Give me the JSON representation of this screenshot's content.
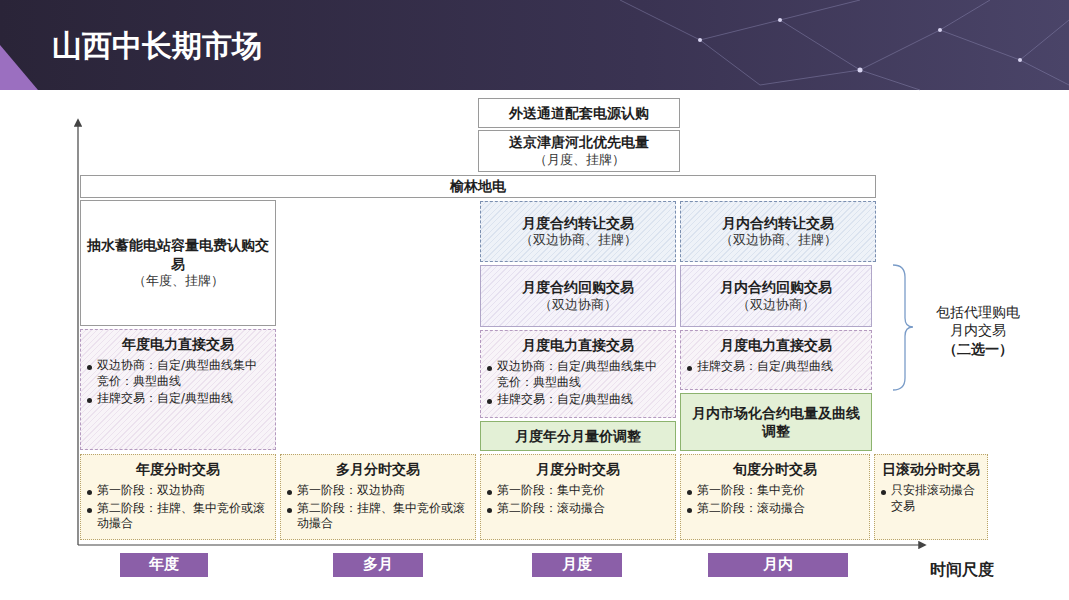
{
  "diagram": {
    "title": "山西中长期市场",
    "nodes": [
      {
        "text": [
          "外送通道配套电源认购"
        ]
      },
      {
        "text": [
          "送京津唐河北优先电量",
          "（月度、挂牌）"
        ]
      },
      {
        "text": [
          "榆林地电"
        ]
      },
      {
        "text": [
          "抽水蓄能电站容量电费认购交易",
          "（年度、挂牌）"
        ]
      },
      {
        "text": [
          "月度合约转让交易",
          "（双边协商、挂牌）"
        ]
      },
      {
        "text": [
          "月内合约转让交易",
          "（双边协商、挂牌）"
        ]
      },
      {
        "text": [
          "月度合约回购交易",
          "（双边协商）"
        ]
      },
      {
        "text": [
          "月内合约回购交易",
          "（双边协商）"
        ]
      },
      {
        "text": [
          "年度电力直接交易",
          "双边协商：自定/典型曲线集中竞价：典型曲线",
          "挂牌交易：自定/典型曲线"
        ]
      },
      {
        "text": [
          "月度电力直接交易",
          "双边协商：自定/典型曲线集中竞价：典型曲线",
          "挂牌交易：自定/典型曲线"
        ]
      },
      {
        "text": [
          "月度电力直接交易",
          "挂牌交易：自定/典型曲线"
        ]
      },
      {
        "text": [
          "月度年分月量价调整"
        ]
      },
      {
        "text": [
          "月内市场化合约电量及曲线调整"
        ]
      },
      {
        "text": [
          "年度分时交易",
          "第一阶段：双边协商",
          "第二阶段：挂牌、集中竞价或滚动撮合"
        ]
      },
      {
        "text": [
          "多月分时交易",
          "第一阶段：双边协商",
          "第二阶段：挂牌、集中竞价或滚动撮合"
        ]
      },
      {
        "text": [
          "月度分时交易",
          "第一阶段：集中竞价",
          "第二阶段：滚动撮合"
        ]
      },
      {
        "text": [
          "旬度分时交易",
          "第一阶段：集中竞价",
          "第二阶段：滚动撮合"
        ]
      },
      {
        "text": [
          "日滚动分时交易",
          "只安排滚动撮合交易"
        ]
      },
      {
        "text": [
          "年度"
        ]
      },
      {
        "text": [
          "多月"
        ]
      },
      {
        "text": [
          "月度"
        ]
      },
      {
        "text": [
          "月内"
        ]
      }
    ],
    "labels": [
      "时间尺度",
      "包括代理购电 月内交易",
      "（二选一）"
    ]
  }
}
